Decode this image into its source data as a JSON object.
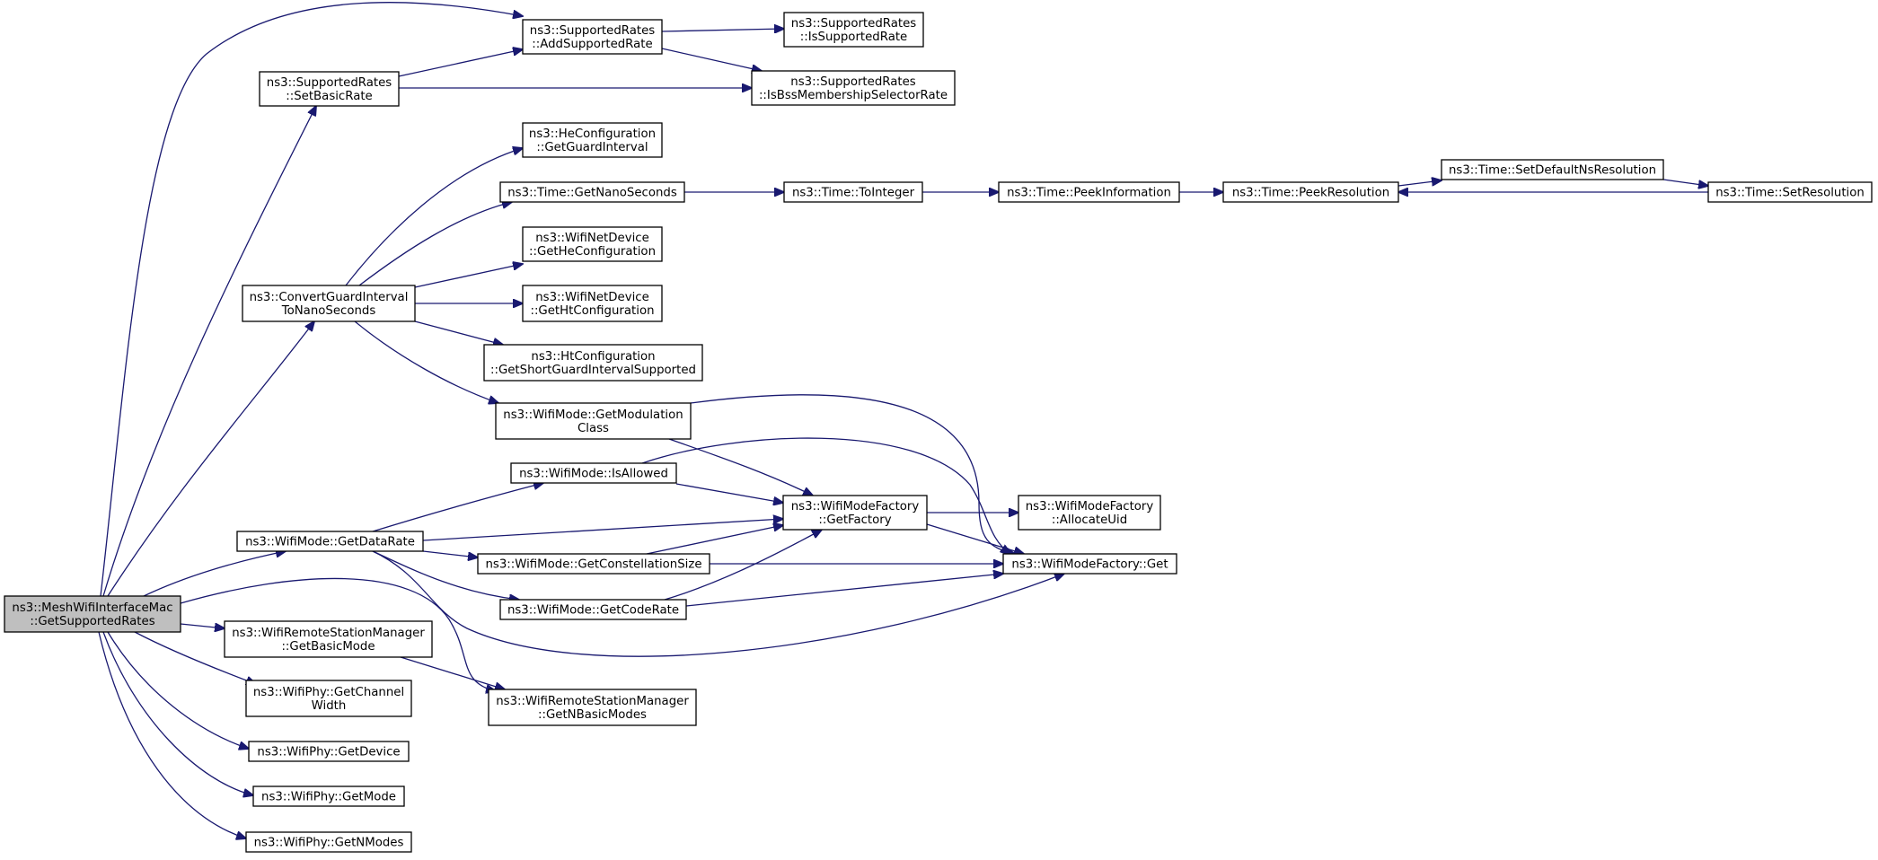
{
  "edge_color": "#191970",
  "root_fill": "#bfbfbf",
  "nodes": [
    {
      "id": "root",
      "lines": [
        "ns3::MeshWifiInterfaceMac",
        "::GetSupportedRates"
      ],
      "root": true
    },
    {
      "id": "setbasic",
      "lines": [
        "ns3::SupportedRates",
        "::SetBasicRate"
      ]
    },
    {
      "id": "addsupp",
      "lines": [
        "ns3::SupportedRates",
        "::AddSupportedRate"
      ]
    },
    {
      "id": "issupp",
      "lines": [
        "ns3::SupportedRates",
        "::IsSupportedRate"
      ]
    },
    {
      "id": "isbss",
      "lines": [
        "ns3::SupportedRates",
        "::IsBssMembershipSelectorRate"
      ]
    },
    {
      "id": "convgi",
      "lines": [
        "ns3::ConvertGuardInterval",
        "ToNanoSeconds"
      ]
    },
    {
      "id": "hegi",
      "lines": [
        "ns3::HeConfiguration",
        "::GetGuardInterval"
      ]
    },
    {
      "id": "getnano",
      "lines": [
        "ns3::Time::GetNanoSeconds"
      ]
    },
    {
      "id": "toint",
      "lines": [
        "ns3::Time::ToInteger"
      ]
    },
    {
      "id": "peekinfo",
      "lines": [
        "ns3::Time::PeekInformation"
      ]
    },
    {
      "id": "peekres",
      "lines": [
        "ns3::Time::PeekResolution"
      ]
    },
    {
      "id": "setdef",
      "lines": [
        "ns3::Time::SetDefaultNsResolution"
      ]
    },
    {
      "id": "setres",
      "lines": [
        "ns3::Time::SetResolution"
      ]
    },
    {
      "id": "gethecfg",
      "lines": [
        "ns3::WifiNetDevice",
        "::GetHeConfiguration"
      ]
    },
    {
      "id": "gethtcfg",
      "lines": [
        "ns3::WifiNetDevice",
        "::GetHtConfiguration"
      ]
    },
    {
      "id": "htsgi",
      "lines": [
        "ns3::HtConfiguration",
        "::GetShortGuardIntervalSupported"
      ]
    },
    {
      "id": "getmod",
      "lines": [
        "ns3::WifiMode::GetModulation",
        "Class"
      ]
    },
    {
      "id": "isallowed",
      "lines": [
        "ns3::WifiMode::IsAllowed"
      ]
    },
    {
      "id": "getdatarate",
      "lines": [
        "ns3::WifiMode::GetDataRate"
      ]
    },
    {
      "id": "getconst",
      "lines": [
        "ns3::WifiMode::GetConstellationSize"
      ]
    },
    {
      "id": "getcode",
      "lines": [
        "ns3::WifiMode::GetCodeRate"
      ]
    },
    {
      "id": "getfactory",
      "lines": [
        "ns3::WifiModeFactory",
        "::GetFactory"
      ]
    },
    {
      "id": "alloc",
      "lines": [
        "ns3::WifiModeFactory",
        "::AllocateUid"
      ]
    },
    {
      "id": "fget",
      "lines": [
        "ns3::WifiModeFactory::Get"
      ]
    },
    {
      "id": "getbasic",
      "lines": [
        "ns3::WifiRemoteStationManager",
        "::GetBasicMode"
      ]
    },
    {
      "id": "getnbasic",
      "lines": [
        "ns3::WifiRemoteStationManager",
        "::GetNBasicModes"
      ]
    },
    {
      "id": "chwidth",
      "lines": [
        "ns3::WifiPhy::GetChannel",
        "Width"
      ]
    },
    {
      "id": "getdevice",
      "lines": [
        "ns3::WifiPhy::GetDevice"
      ]
    },
    {
      "id": "getmode",
      "lines": [
        "ns3::WifiPhy::GetMode"
      ]
    },
    {
      "id": "getnmodes",
      "lines": [
        "ns3::WifiPhy::GetNModes"
      ]
    }
  ],
  "edges": [
    {
      "from": "root",
      "to": "addsupp"
    },
    {
      "from": "root",
      "to": "setbasic"
    },
    {
      "from": "root",
      "to": "convgi"
    },
    {
      "from": "root",
      "to": "getdatarate"
    },
    {
      "from": "root",
      "to": "getnbasic"
    },
    {
      "from": "root",
      "to": "getbasic"
    },
    {
      "from": "root",
      "to": "chwidth"
    },
    {
      "from": "root",
      "to": "getdevice"
    },
    {
      "from": "root",
      "to": "getmode"
    },
    {
      "from": "root",
      "to": "getnmodes"
    },
    {
      "from": "setbasic",
      "to": "addsupp"
    },
    {
      "from": "setbasic",
      "to": "isbss"
    },
    {
      "from": "addsupp",
      "to": "issupp"
    },
    {
      "from": "addsupp",
      "to": "isbss"
    },
    {
      "from": "convgi",
      "to": "hegi"
    },
    {
      "from": "convgi",
      "to": "getnano"
    },
    {
      "from": "convgi",
      "to": "gethecfg"
    },
    {
      "from": "convgi",
      "to": "gethtcfg"
    },
    {
      "from": "convgi",
      "to": "htsgi"
    },
    {
      "from": "convgi",
      "to": "getmod"
    },
    {
      "from": "getnano",
      "to": "toint"
    },
    {
      "from": "toint",
      "to": "peekinfo"
    },
    {
      "from": "peekinfo",
      "to": "peekres"
    },
    {
      "from": "peekres",
      "to": "setdef"
    },
    {
      "from": "setdef",
      "to": "setres"
    },
    {
      "from": "setres",
      "to": "peekres"
    },
    {
      "from": "getmod",
      "to": "getfactory"
    },
    {
      "from": "getmod",
      "to": "fget"
    },
    {
      "from": "isallowed",
      "to": "getfactory"
    },
    {
      "from": "isallowed",
      "to": "fget"
    },
    {
      "from": "getdatarate",
      "to": "isallowed"
    },
    {
      "from": "getdatarate",
      "to": "getfactory"
    },
    {
      "from": "getdatarate",
      "to": "getconst"
    },
    {
      "from": "getdatarate",
      "to": "getcode"
    },
    {
      "from": "getdatarate",
      "to": "fget"
    },
    {
      "from": "getconst",
      "to": "getfactory"
    },
    {
      "from": "getconst",
      "to": "fget"
    },
    {
      "from": "getcode",
      "to": "getfactory"
    },
    {
      "from": "getcode",
      "to": "fget"
    },
    {
      "from": "getfactory",
      "to": "alloc"
    },
    {
      "from": "getfactory",
      "to": "fget"
    },
    {
      "from": "getbasic",
      "to": "getnbasic"
    }
  ]
}
